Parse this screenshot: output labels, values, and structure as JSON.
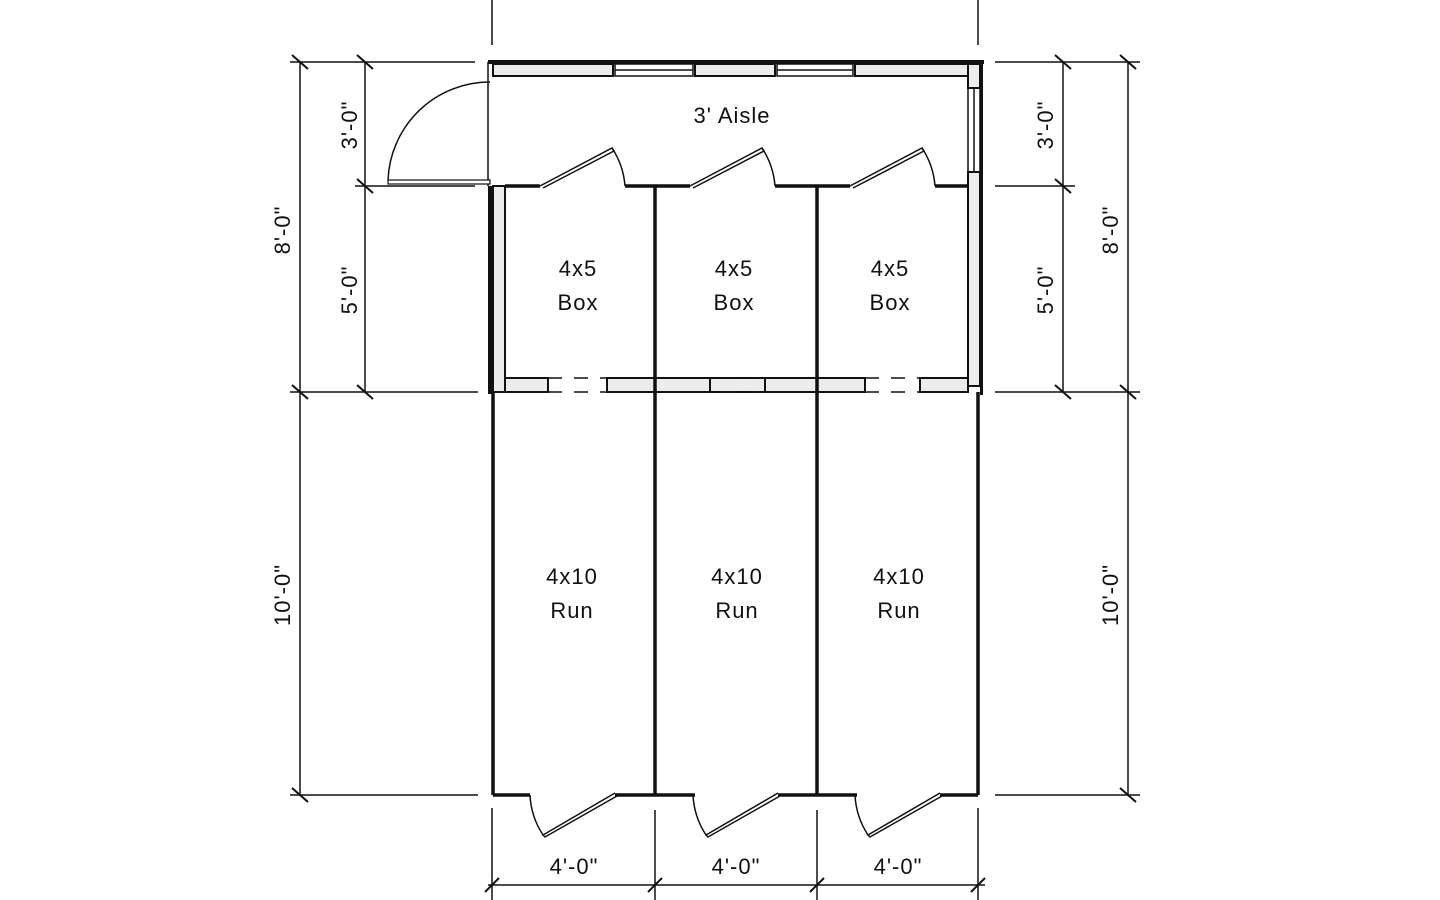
{
  "rooms": {
    "aisle": "3' Aisle",
    "boxes": [
      {
        "line1": "4x5",
        "line2": "Box"
      },
      {
        "line1": "4x5",
        "line2": "Box"
      },
      {
        "line1": "4x5",
        "line2": "Box"
      }
    ],
    "runs": [
      {
        "line1": "4x10",
        "line2": "Run"
      },
      {
        "line1": "4x10",
        "line2": "Run"
      },
      {
        "line1": "4x10",
        "line2": "Run"
      }
    ]
  },
  "dimensions": {
    "left_outer": [
      "8'-0\"",
      "10'-0\""
    ],
    "left_inner": [
      "3'-0\"",
      "5'-0\""
    ],
    "right_inner": [
      "3'-0\"",
      "5'-0\""
    ],
    "right_outer": [
      "8'-0\"",
      "10'-0\""
    ],
    "bottom": [
      "4'-0\"",
      "4'-0\"",
      "4'-0\""
    ]
  }
}
